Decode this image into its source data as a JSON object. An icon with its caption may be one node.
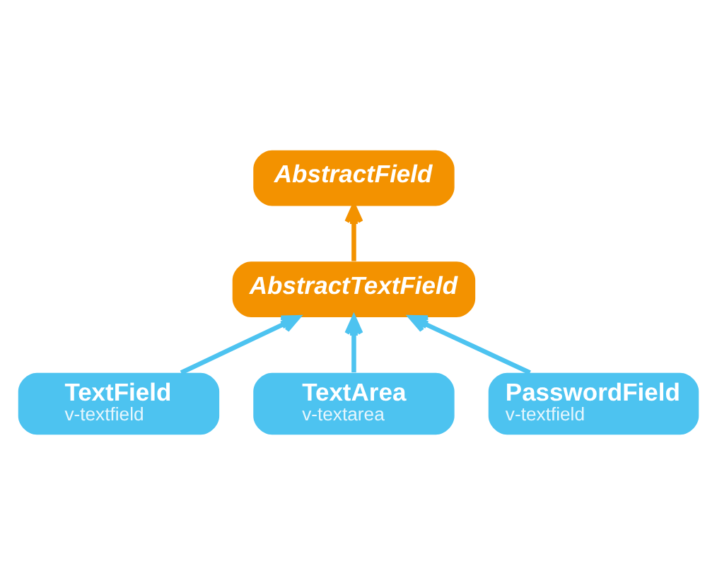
{
  "diagram": {
    "nodes": [
      {
        "text": [
          "AbstractField"
        ]
      },
      {
        "text": [
          "AbstractTextField"
        ]
      },
      {
        "text": [
          "TextField",
          "v-textfield"
        ]
      },
      {
        "text": [
          "TextArea",
          "v-textarea"
        ]
      },
      {
        "text": [
          "PasswordField",
          "v-textfield"
        ]
      }
    ],
    "edges": [
      {
        "from": 1,
        "to": 0,
        "arrow": "to",
        "color": "#f39200"
      },
      {
        "from": 2,
        "to": 1,
        "arrow": "to"
      },
      {
        "from": 3,
        "to": 1,
        "arrow": "to"
      },
      {
        "from": 4,
        "to": 1,
        "arrow": "to"
      }
    ]
  }
}
